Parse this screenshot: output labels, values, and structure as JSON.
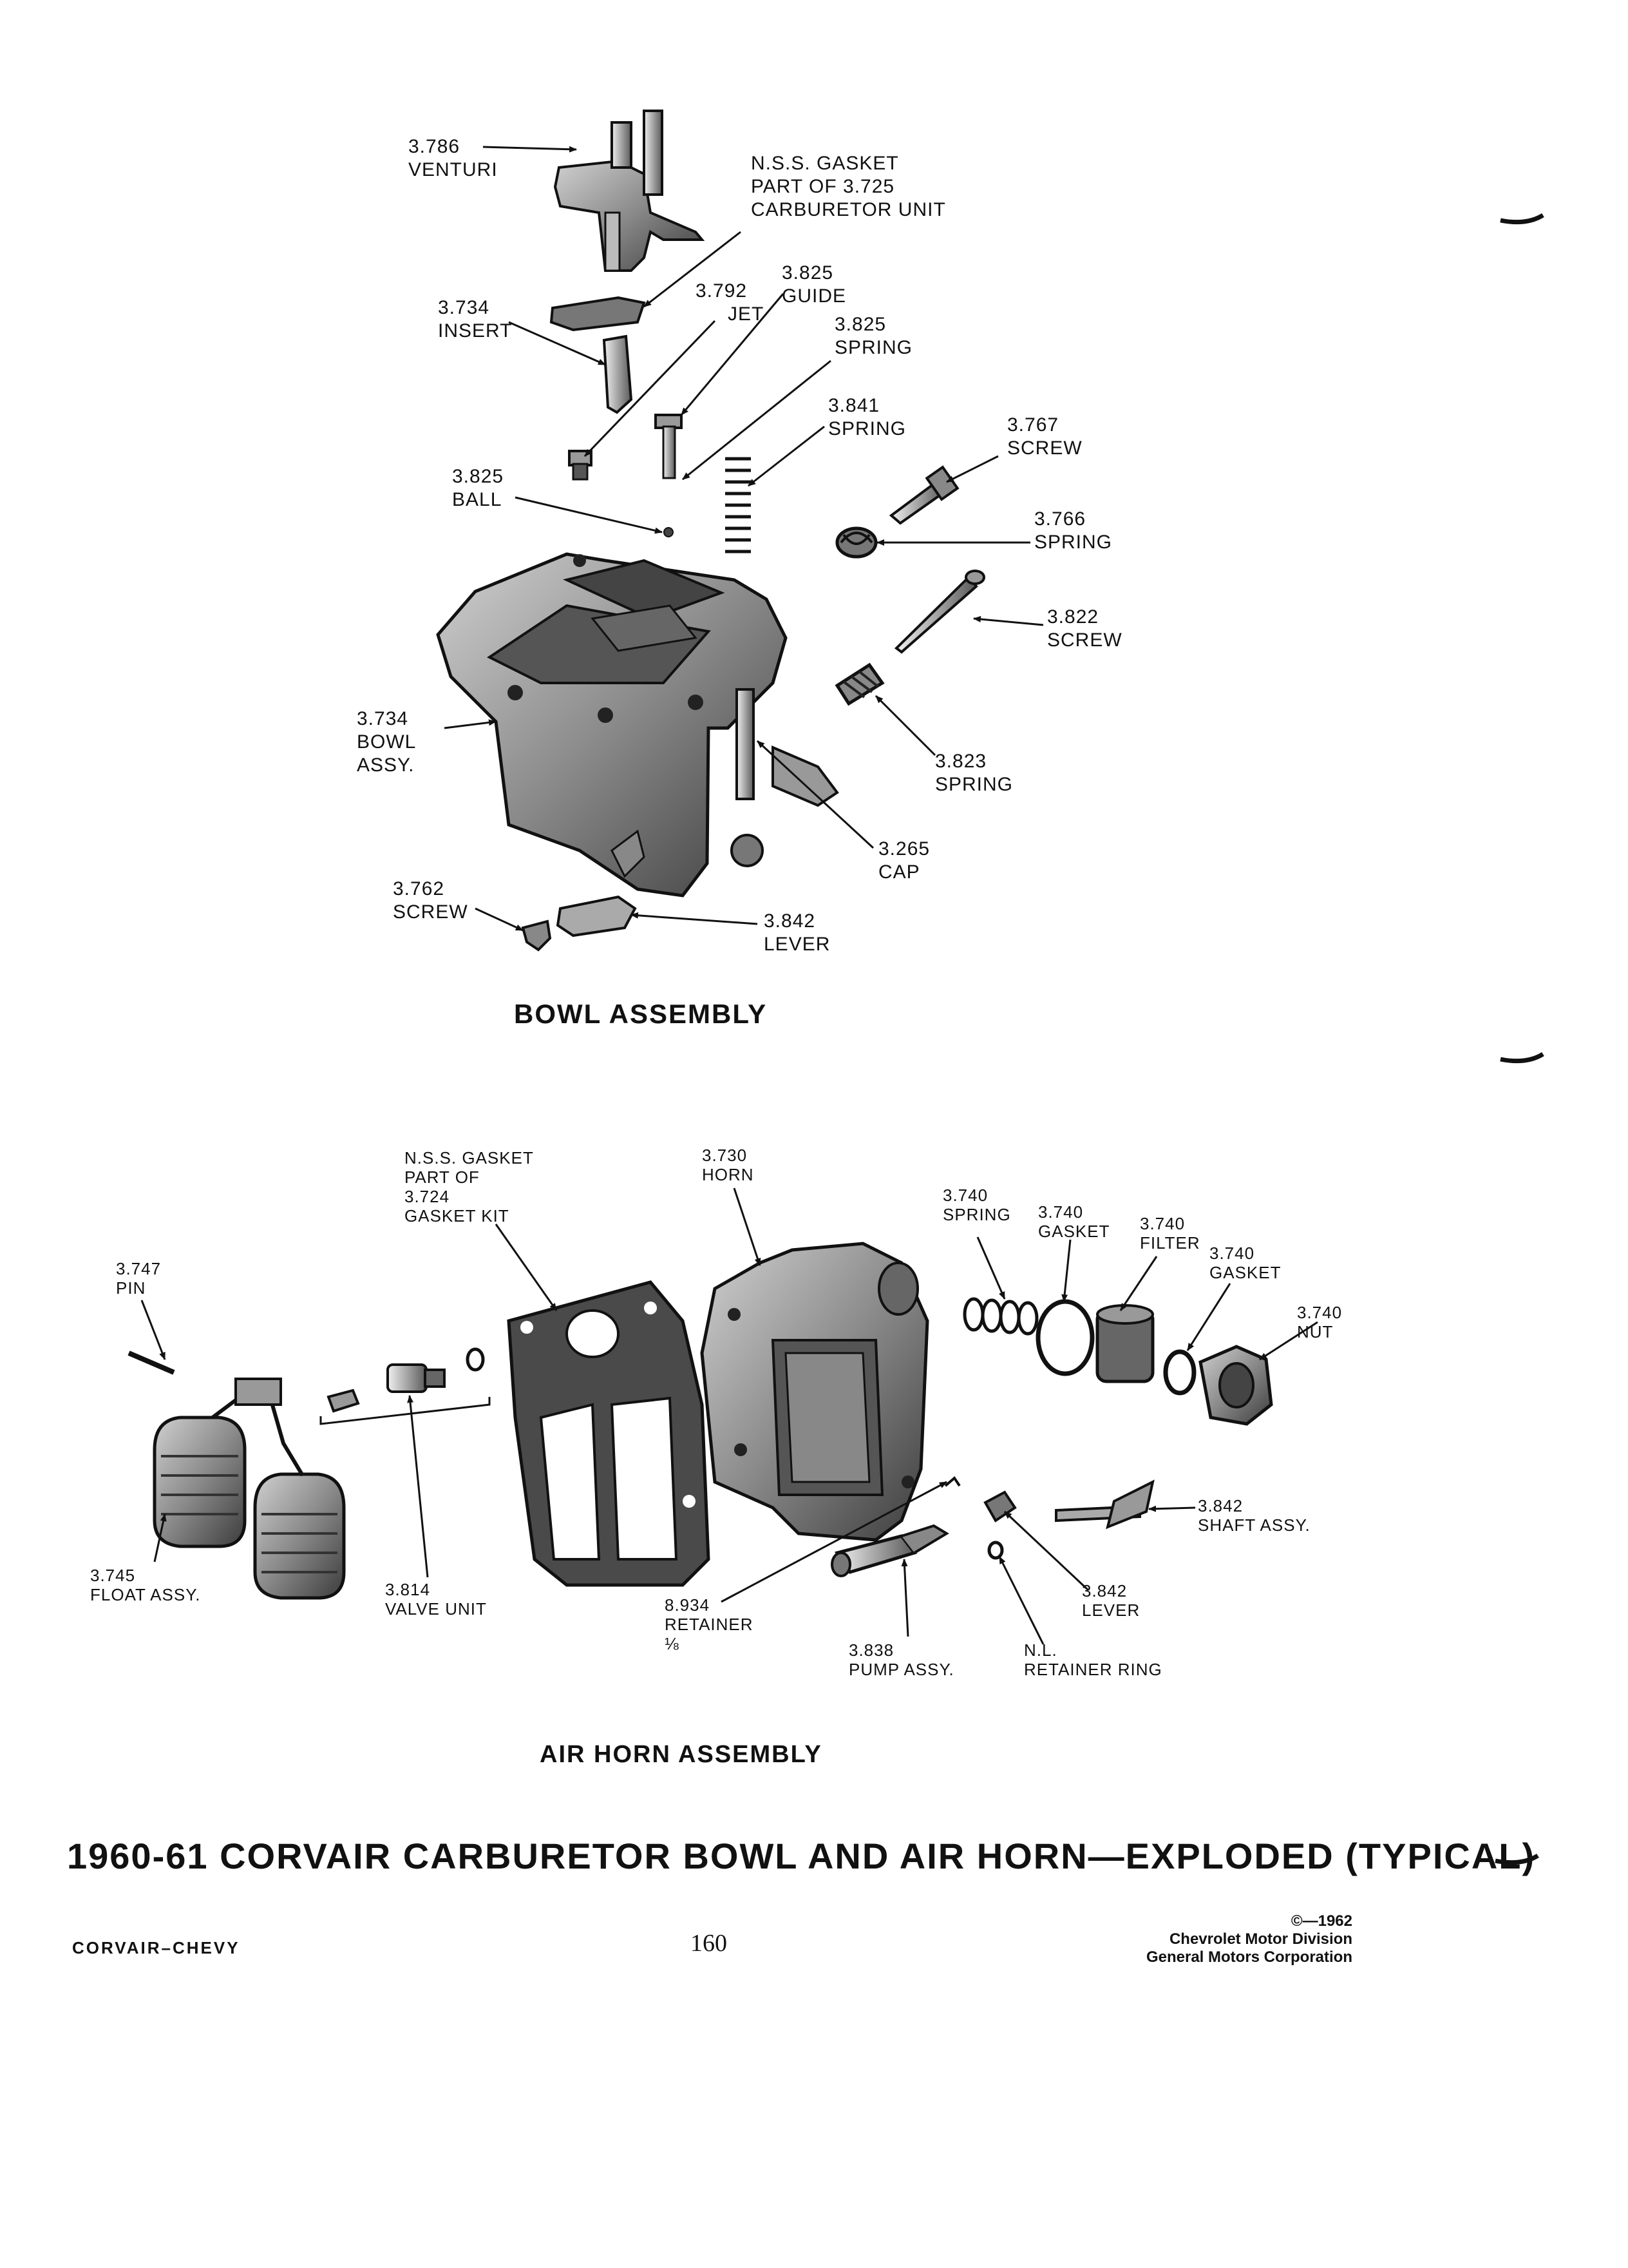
{
  "bowl": {
    "heading": "BOWL ASSEMBLY",
    "labels": {
      "venturi": [
        "3.786",
        "VENTURI"
      ],
      "nss_gasket": [
        "N.S.S. GASKET",
        "PART OF 3.725",
        "CARBURETOR UNIT"
      ],
      "insert": [
        "3.734",
        "INSERT"
      ],
      "jet": [
        "3.792",
        "JET"
      ],
      "guide": [
        "3.825",
        "GUIDE"
      ],
      "spring_825": [
        "3.825",
        "SPRING"
      ],
      "spring_841": [
        "3.841",
        "SPRING"
      ],
      "screw_767": [
        "3.767",
        "SCREW"
      ],
      "ball": [
        "3.825",
        "BALL"
      ],
      "spring_766": [
        "3.766",
        "SPRING"
      ],
      "screw_822": [
        "3.822",
        "SCREW"
      ],
      "bowl_assy": [
        "3.734",
        "BOWL",
        "ASSY."
      ],
      "spring_823": [
        "3.823",
        "SPRING"
      ],
      "cap": [
        "3.265",
        "CAP"
      ],
      "screw_762": [
        "3.762",
        "SCREW"
      ],
      "lever_842": [
        "3.842",
        "LEVER"
      ]
    }
  },
  "airhorn": {
    "heading": "AIR HORN ASSEMBLY",
    "labels": {
      "nss_gasket_kit": [
        "N.S.S. GASKET",
        "PART OF",
        "3.724",
        "GASKET KIT"
      ],
      "horn": [
        "3.730",
        "HORN"
      ],
      "spring_740": [
        "3.740",
        "SPRING"
      ],
      "gasket_740a": [
        "3.740",
        "GASKET"
      ],
      "filter": [
        "3.740",
        "FILTER"
      ],
      "gasket_740b": [
        "3.740",
        "GASKET"
      ],
      "nut": [
        "3.740",
        "NUT"
      ],
      "pin": [
        "3.747",
        "PIN"
      ],
      "shaft_assy": [
        "3.842",
        "SHAFT ASSY."
      ],
      "float_assy": [
        "3.745",
        "FLOAT ASSY."
      ],
      "valve_unit": [
        "3.814",
        "VALVE UNIT"
      ],
      "retainer": [
        "8.934",
        "RETAINER",
        "⅛"
      ],
      "lever_842b": [
        "3.842",
        "LEVER"
      ],
      "pump_assy": [
        "3.838",
        "PUMP ASSY."
      ],
      "retainer_ring": [
        "N.L.",
        "RETAINER RING"
      ]
    }
  },
  "page_title": "1960-61 CORVAIR CARBURETOR BOWL AND AIR HORN—EXPLODED (TYPICAL)",
  "footer": {
    "left": "CORVAIR–CHEVY",
    "page_number": "160",
    "copyright": "©—1962",
    "division": "Chevrolet Motor Division",
    "corporation": "General Motors Corporation"
  },
  "colors": {
    "ink": "#111111",
    "part_fill": "#8a8a8a",
    "part_dark": "#3c3c3c",
    "paper": "#ffffff"
  }
}
